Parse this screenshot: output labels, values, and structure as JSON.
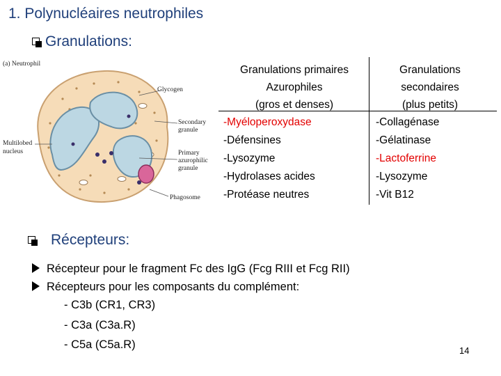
{
  "title": "1. Polynucléaires neutrophiles",
  "granulations": {
    "heading": "Granulations:",
    "illustration": {
      "caption": "(a) Neutrophil",
      "labels": {
        "glycogen": "Glycogen",
        "secondary_line1": "Secondary",
        "secondary_line2": "granule",
        "multilobed_line1": "Multilobed",
        "multilobed_line2": "nucleus",
        "primary_line1": "Primary",
        "primary_line2": "azurophilic",
        "primary_line3": "granule",
        "phagosome": "Phagosome"
      }
    },
    "primary": {
      "header_line1": "Granulations primaires",
      "header_line2": "Azurophiles",
      "header_line3": "(gros et denses)",
      "items": [
        "-Myéloperoxydase",
        "-Défensines",
        "-Lysozyme",
        "-Hydrolases acides",
        "-Protéase neutres"
      ]
    },
    "secondary": {
      "header_line1": "Granulations",
      "header_line2": "secondaires",
      "header_line3": "(plus petits)",
      "items": [
        "-Collagénase",
        "-Gélatinase",
        "-Lactoferrine",
        "-Lysozyme",
        "-Vit B12"
      ]
    }
  },
  "recepteurs": {
    "heading": "Récepteurs:",
    "line1": "Récepteur pour le fragment Fc des IgG (Fcg RIII et Fcg RII)",
    "line2": "Récepteurs pour les composants du complément:",
    "sub1": "- C3b (CR1, CR3)",
    "sub2": "- C3a (C3a.R)",
    "sub3": "- C5a (C5a.R)"
  },
  "page_number": "14",
  "colors": {
    "heading": "#1f3f7a",
    "highlight": "#e30000",
    "cytoplasm": "#f6dcb8",
    "nucleus": "#bcd7e3"
  }
}
